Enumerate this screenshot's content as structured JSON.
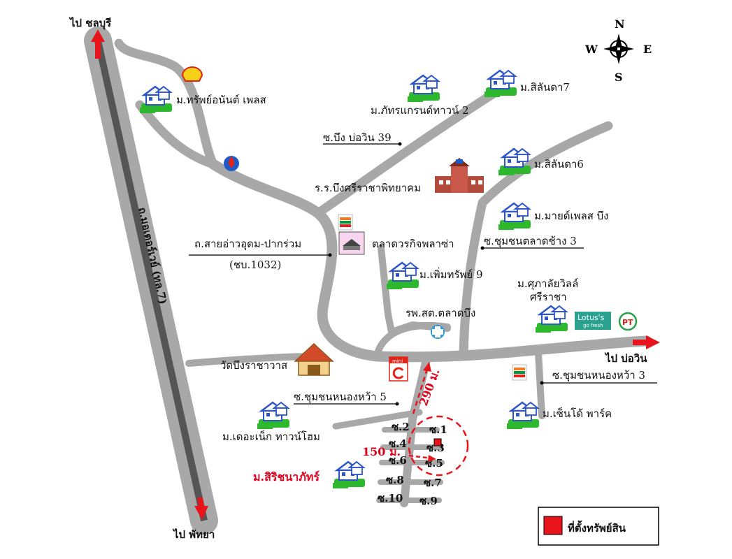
{
  "map": {
    "directions": {
      "chonburi": "ไป ชลบุรี",
      "pattaya": "ไป พัทยา",
      "bowin": "ไป บ่อวิน"
    },
    "compass": {
      "n": "N",
      "s": "S",
      "e": "E",
      "w": "W"
    },
    "highway_label": "ถ.มอเตอร์เวย์ (ทล.7)",
    "places": {
      "sap_anan": "ม.ทรัพย์อนันต์ เพลส",
      "phat_grand": "ม.ภัทรแกรนด์ทาวน์ 2",
      "silanda7": "ม.สิลันดา7",
      "soi_bueng39": "ซ.บึง บ่อวิน 39",
      "silanda6": "ม.สิลันดา6",
      "school": "ร.ร.บึงศรีราชาพิทยาคม",
      "mind_place": "ม.มายด์เพลส บึง",
      "road_sai": "ถ.สายอ่าวอุดม-ปากร่วม",
      "road_code": "(ชบ.1032)",
      "market": "ตลาดวรกิจพลาซ่า",
      "chumchon_talat": "ซ.ชุมชนตลาดช้าง 3",
      "phoem_sap": "ม.เพิ่มทรัพย์ 9",
      "supalai_1": "ม.ศุภาลัยวิลล์",
      "supalai_2": "ศรีราชา",
      "hospital": "รพ.สต.ตลาดบึง",
      "temple": "วัดบึงราชาวาส",
      "chumchon_nongwa3": "ซ.ชุมชนหนองหว้า 3",
      "chumchon_nongwa5": "ซ.ชุมชนหนองหว้า 5",
      "central_park": "ม.เซ็นโด้ พาร์ค",
      "the_next": "ม.เดอะเน็ก ทาวน์โฮม",
      "sirichana": "ม.สิริชนาภัทร์",
      "lotus_1": "Lotus's",
      "lotus_2": "go fresh",
      "seven_eleven": "7",
      "mini_c": "mini",
      "pt": "PT"
    },
    "distances": {
      "d290": "290 ม.",
      "d150": "150 ม."
    },
    "sois": [
      "ซ.1",
      "ซ.2",
      "ซ.3",
      "ซ.4",
      "ซ.5",
      "ซ.6",
      "ซ.7",
      "ซ.8",
      "ซ.9",
      "ซ.10"
    ],
    "legend": {
      "label": "ที่ตั้งทรัพย์สิน",
      "color": "#e8141b"
    },
    "colors": {
      "road": "#a8a8a8",
      "highway_center": "#555555",
      "arrow": "#e8141b",
      "house_green": "#2eb82e",
      "house_blue": "#2c55c9"
    }
  }
}
